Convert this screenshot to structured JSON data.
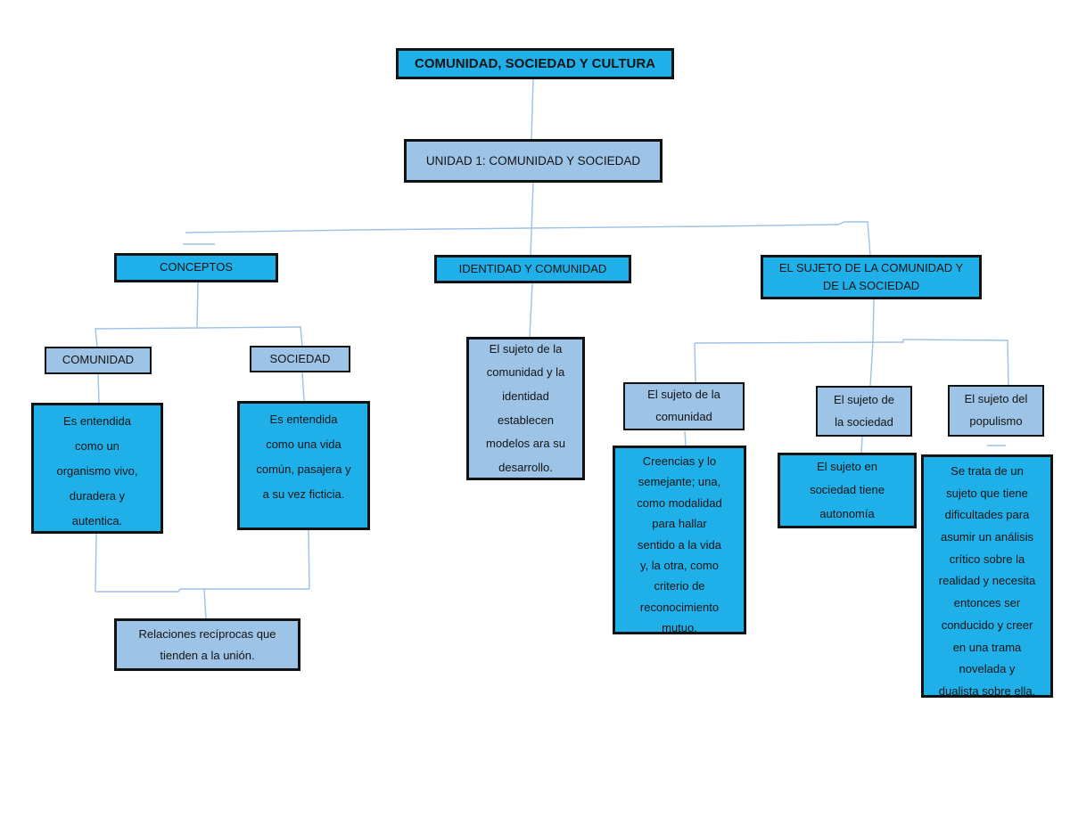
{
  "colors": {
    "node_cyan": "#1fb0e9",
    "node_light_blue": "#9dc3e6",
    "connector_blue": "#9cc2e7",
    "border_black": "#121212",
    "text_black": "#141414",
    "background": "#ffffff"
  },
  "diagram": {
    "root": {
      "label": "COMUNIDAD, SOCIEDAD Y CULTURA"
    },
    "unit": {
      "label": "UNIDAD 1: COMUNIDAD Y SOCIEDAD"
    },
    "branches": [
      {
        "header": "CONCEPTOS",
        "children": [
          {
            "label": "COMUNIDAD",
            "description": "Es entendida\ncomo un\norganismo vivo,\nduradera y\nautentica."
          },
          {
            "label": "SOCIEDAD",
            "description": "Es entendida\ncomo una vida\ncomún, pasajera y\na su vez ficticia."
          }
        ],
        "shared_conclusion": "Relaciones recíprocas que\ntienden a la unión."
      },
      {
        "header": "IDENTIDAD Y COMUNIDAD",
        "description": "El sujeto de la\ncomunidad y la\nidentidad\nestablecen\nmodelos ara su\ndesarrollo."
      },
      {
        "header": "EL SUJETO DE LA COMUNIDAD Y\nDE LA SOCIEDAD",
        "children": [
          {
            "label": "El sujeto de la\ncomunidad",
            "description": "Creencias y lo\nsemejante; una,\ncomo modalidad\npara hallar\nsentido a la vida\ny, la otra, como\ncriterio de\nreconocimiento\nmutuo."
          },
          {
            "label": "El sujeto de\nla sociedad",
            "description": "El sujeto en\nsociedad tiene\nautonomía"
          },
          {
            "label": "El sujeto del\npopulismo",
            "description": "Se trata de un\nsujeto que tiene\ndificultades para\nasumir un análisis\ncrítico sobre la\nrealidad y necesita\nentonces ser\nconducido y creer\nen una trama\nnovelada y\ndualista sobre ella."
          }
        ]
      }
    ]
  }
}
